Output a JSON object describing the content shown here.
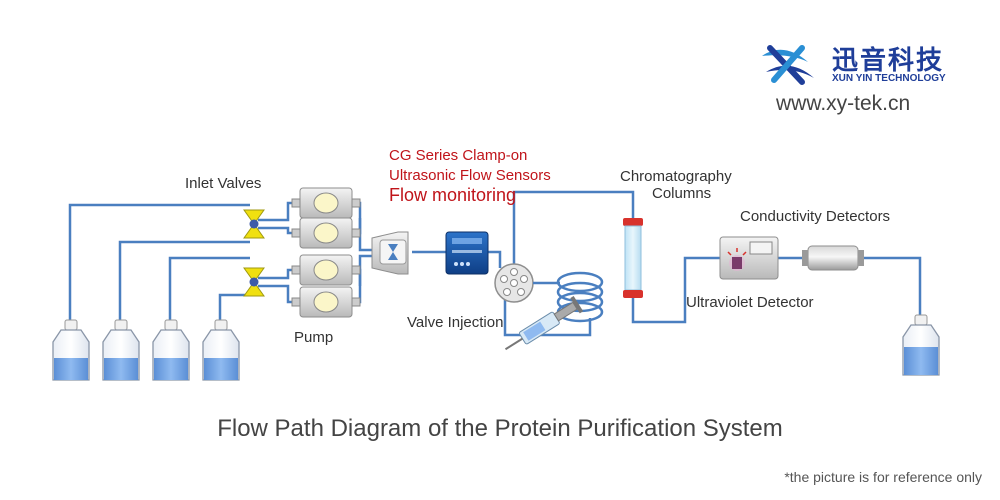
{
  "brand": {
    "name_cn": "迅音科技",
    "name_en": "XUN YIN TECHNOLOGY",
    "website": "www.xy-tek.cn",
    "colors": {
      "primary": "#1f3e99",
      "accent": "#2a8fd4"
    }
  },
  "sensor": {
    "line1": "CG Series Clamp-on",
    "line2": "Ultrasonic Flow Sensors",
    "line3": "Flow monitoring",
    "color": "#c0141a"
  },
  "labels": {
    "inlet_valves": "Inlet Valves",
    "pump": "Pump",
    "valve_injection": "Valve Injection",
    "chromatography_1": "Chromatography",
    "chromatography_2": "Columns",
    "conductivity": "Conductivity Detectors",
    "uv": "Ultraviolet Detector"
  },
  "title": "Flow Path Diagram of the Protein Purification System",
  "footnote": "*the picture is for reference only",
  "colors": {
    "tubing": "#4a7fc0",
    "liquid": "#6fa3e0",
    "valve_yellow": "#f0e010",
    "column_glass": "#cfe9f7",
    "column_cap": "#d8322c",
    "text": "#333333"
  }
}
